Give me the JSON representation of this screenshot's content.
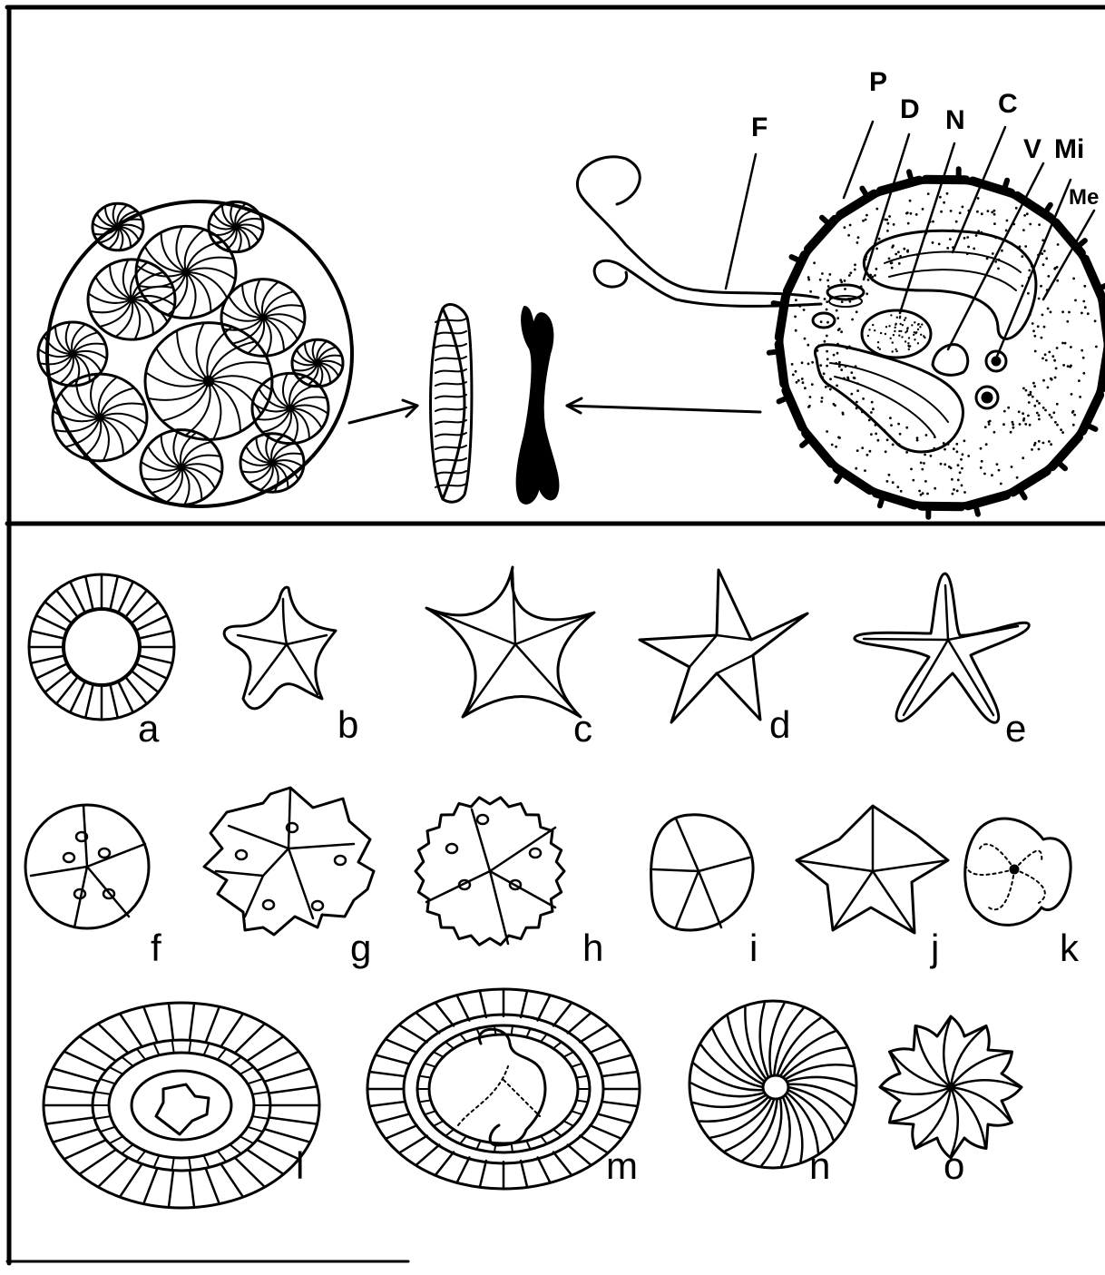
{
  "figure": {
    "cell_labels": [
      "P",
      "D",
      "N",
      "C",
      "V",
      "Mi",
      "Me",
      "F"
    ],
    "panel_labels": [
      "a",
      "b",
      "c",
      "d",
      "e",
      "f",
      "g",
      "h",
      "i",
      "j",
      "k",
      "l",
      "m",
      "n",
      "o"
    ],
    "ink_color": "#000000",
    "background": "#ffffff"
  }
}
